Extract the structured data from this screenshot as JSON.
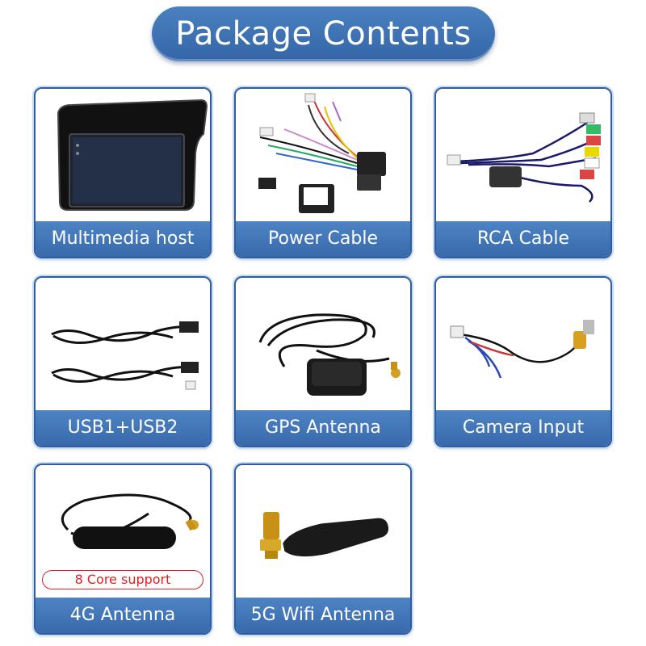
{
  "title": "Package Contents",
  "items": [
    {
      "label": "Multimedia host",
      "icon": "multimedia-host-icon"
    },
    {
      "label": "Power Cable",
      "icon": "power-cable-icon"
    },
    {
      "label": "RCA Cable",
      "icon": "rca-cable-icon"
    },
    {
      "label": "USB1+USB2",
      "icon": "usb-cable-icon"
    },
    {
      "label": "GPS Antenna",
      "icon": "gps-antenna-icon"
    },
    {
      "label": "Camera Input",
      "icon": "camera-input-cable-icon"
    },
    {
      "label": "4G Antenna",
      "icon": "4g-antenna-icon",
      "badge": "8 Core support"
    },
    {
      "label": "5G Wifi Antenna",
      "icon": "wifi-antenna-icon"
    }
  ],
  "colors": {
    "accent": "#3a6cad",
    "border": "#2f5e9e",
    "badge": "#e02020"
  }
}
